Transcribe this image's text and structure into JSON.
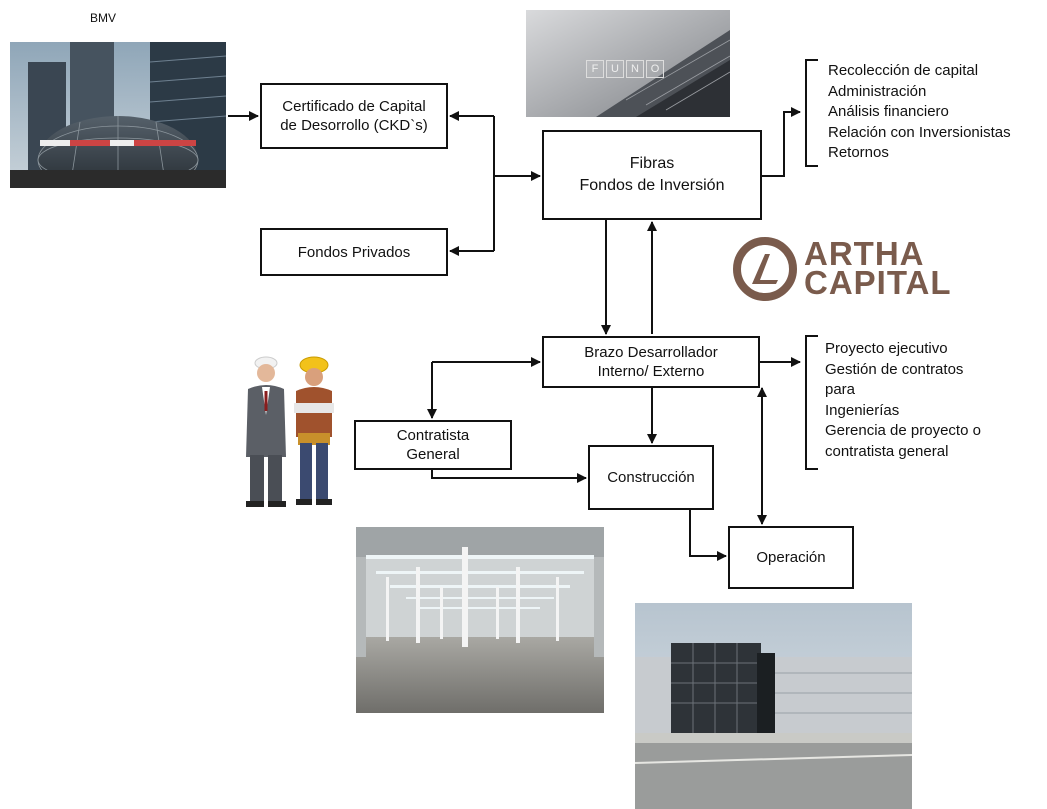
{
  "labels": {
    "bmv": "BMV",
    "ckd_line1": "Certificado de Capital",
    "ckd_line2": "de Desorrollo (CKD`s)",
    "fondos_privados": "Fondos Privados",
    "fibras_line1": "Fibras",
    "fibras_line2": "Fondos de Inversión",
    "brazo_line1": "Brazo Desarrollador",
    "brazo_line2": "Interno/ Externo",
    "contratista_line1": "Contratista",
    "contratista_line2": "General",
    "construccion": "Construcción",
    "operacion": "Operación"
  },
  "fibras_functions": [
    "Recolección de capital",
    "Administración",
    "Análisis financiero",
    "Relación con Inversionistas",
    "Retornos"
  ],
  "brazo_functions": [
    "Proyecto ejecutivo",
    "Gestión de contratos",
    "para",
    "Ingenierías",
    "Gerencia de proyecto o",
    "contratista general"
  ],
  "logos": {
    "artha_line1": "ARTHA",
    "artha_line2": "CAPITAL",
    "funo_letters": [
      "F",
      "U",
      "N",
      "O"
    ],
    "artha_color": "#7a5b4c"
  }
}
